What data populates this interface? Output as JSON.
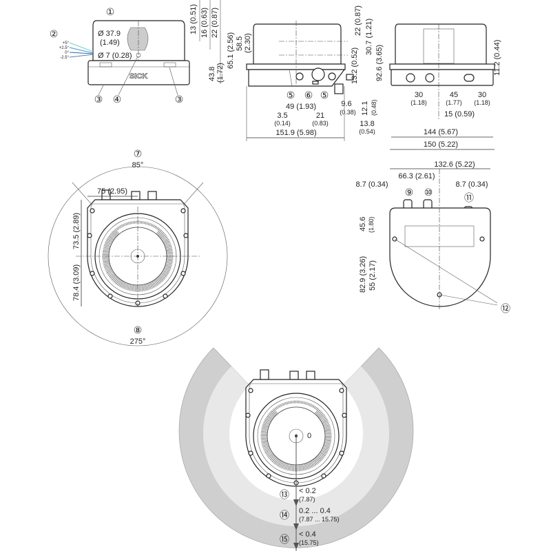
{
  "callouts": {
    "c1": "①",
    "c2": "②",
    "c3": "③",
    "c4": "④",
    "c5": "⑤",
    "c6": "⑥",
    "c7": "⑦",
    "c8": "⑧",
    "c9": "⑨",
    "c10": "⑩",
    "c11": "⑪",
    "c12": "⑫",
    "c13": "⑬",
    "c14": "⑭",
    "c15": "⑮"
  },
  "front_view": {
    "logo": "SICK",
    "dia_window": "Ø 37.9",
    "dia_window_in": "(1.49)",
    "dia_small": "Ø 7 (0.28)",
    "angles": [
      "+5°",
      "+2.5°",
      "0°",
      "-2.5°"
    ],
    "dim_13": "13 (0.51)",
    "dim_16": "16 (0.63)",
    "dim_22": "22 (0.87)",
    "dim_43_8": "43.8",
    "dim_43_8_in": "(1.72)",
    "dim_65_1": "65.1 (2.56)"
  },
  "side_view": {
    "dim_58_5": "58.5",
    "dim_58_5_in": "(2.30)",
    "dim_22": "22 (0.87)",
    "dim_30_7": "30.7 (1.21)",
    "dim_92_6": "92.6 (3.65)",
    "dim_13_2": "13.2 (0.52)",
    "dim_9_6": "9.6",
    "dim_9_6_in": "(0.38)",
    "dim_12_1": "12.1",
    "dim_12_1_in": "(0.48)",
    "dim_49": "49 (1.93)",
    "dim_3_5": "3.5",
    "dim_3_5_in": "(0.14)",
    "dim_21": "21",
    "dim_21_in": "(0.83)",
    "dim_13_8": "13.8",
    "dim_13_8_in": "(0.54)",
    "dim_151_9": "151.9 (5.98)"
  },
  "rear_view": {
    "dim_11_2": "11.2 (0.44)",
    "dim_30a": "30",
    "dim_30a_in": "(1.18)",
    "dim_45": "45",
    "dim_45_in": "(1.77)",
    "dim_30b": "30",
    "dim_30b_in": "(1.18)",
    "dim_15": "15 (0.59)",
    "dim_144": "144 (5.67)",
    "dim_150": "150 (5.22)"
  },
  "top_view": {
    "angle_top": "85°",
    "angle_bottom": "275°",
    "dim_75": "75 (2.95)",
    "dim_73_5": "73.5 (2.89)",
    "dim_78_4": "78.4 (3.09)"
  },
  "bottom_view": {
    "dim_132_6": "132.6 (5.22)",
    "dim_8_7a": "8.7 (0.34)",
    "dim_66_3": "66.3 (2.61)",
    "dim_8_7b": "8.7 (0.34)",
    "dim_45_6": "45.6",
    "dim_45_6_in": "(1.80)",
    "dim_82_9": "82.9 (3.26)",
    "dim_55": "55 (2.17)"
  },
  "field_view": {
    "origin": "0",
    "zone1": "< 0.2",
    "zone1_in": "(7.87)",
    "zone2": "0.2 ... 0.4",
    "zone2_in": "(7.87 ... 15.75)",
    "zone3": "< 0.4",
    "zone3_in": "(15.75)",
    "colors": {
      "outer": "#cfcfcf",
      "middle": "#e8e8e8",
      "inner": "#ffffff"
    }
  }
}
